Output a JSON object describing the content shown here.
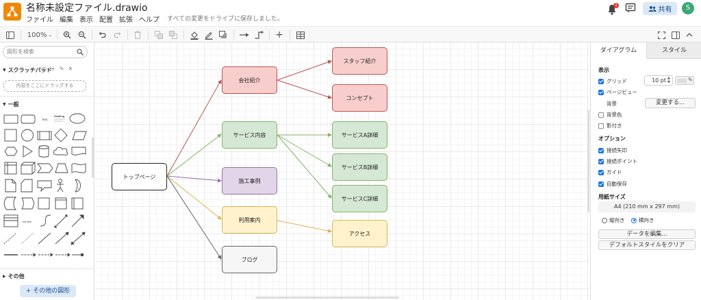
{
  "header": {
    "title": "名称未設定ファイル.drawio",
    "menu": [
      "ファイル",
      "編集",
      "表示",
      "配置",
      "拡張",
      "ヘルプ"
    ],
    "save_status": "すべての変更をドライブに保存しました。",
    "notification_count": "1",
    "share_label": "共有",
    "avatar_initial": "S"
  },
  "toolbar": {
    "zoom": "100%"
  },
  "left_panel": {
    "search_placeholder": "図形を検索",
    "scratchpad_title": "スクラッチパッド",
    "dropzone_label": "内容をここにドラッグする",
    "general_title": "一般",
    "other_title": "その他",
    "more_shapes_label": "+ その他の図形",
    "shape_text_label": "Text",
    "shape_heading_label": "Heading",
    "shape_list_label": "List Item"
  },
  "diagram": {
    "nodes": [
      {
        "id": "top",
        "label": "トップページ"
      },
      {
        "id": "company",
        "label": "会社紹介"
      },
      {
        "id": "service",
        "label": "サービス内容"
      },
      {
        "id": "works",
        "label": "施工事例"
      },
      {
        "id": "guide",
        "label": "利用案内"
      },
      {
        "id": "blog",
        "label": "ブログ"
      },
      {
        "id": "staff",
        "label": "スタッフ紹介"
      },
      {
        "id": "concept",
        "label": "コンセプト"
      },
      {
        "id": "svcA",
        "label": "サービスA詳細"
      },
      {
        "id": "svcB",
        "label": "サービスB詳細"
      },
      {
        "id": "svcC",
        "label": "サービスC詳細"
      },
      {
        "id": "access",
        "label": "アクセス"
      }
    ],
    "colors": {
      "red_fill": "#f8cecc",
      "red_stroke": "#b85450",
      "green_fill": "#d5e8d4",
      "green_stroke": "#82b366",
      "purple_fill": "#e1d5e7",
      "purple_stroke": "#9673a6",
      "yellow_fill": "#fff2cc",
      "yellow_stroke": "#d6b656",
      "gray_fill": "#f5f5f5",
      "gray_stroke": "#666666"
    }
  },
  "right_panel": {
    "tabs": [
      "ダイアグラム",
      "スタイル"
    ],
    "view_title": "表示",
    "grid_label": "グリッド",
    "grid_size": "10 pt",
    "page_view_label": "ページビュー",
    "background_label": "背景",
    "change_button": "変更する...",
    "bg_color_label": "背景色",
    "shadow_label": "影付き",
    "options_title": "オプション",
    "connection_arrows_label": "接続矢印",
    "connection_points_label": "接続ポイント",
    "guides_label": "ガイド",
    "autosave_label": "自動保存",
    "paper_title": "用紙サイズ",
    "paper_size": "A4 (210 mm x 297 mm)",
    "portrait_label": "縦向き",
    "landscape_label": "横向き",
    "edit_data_button": "データを編集...",
    "clear_style_button": "デフォルトスタイルをクリア"
  }
}
